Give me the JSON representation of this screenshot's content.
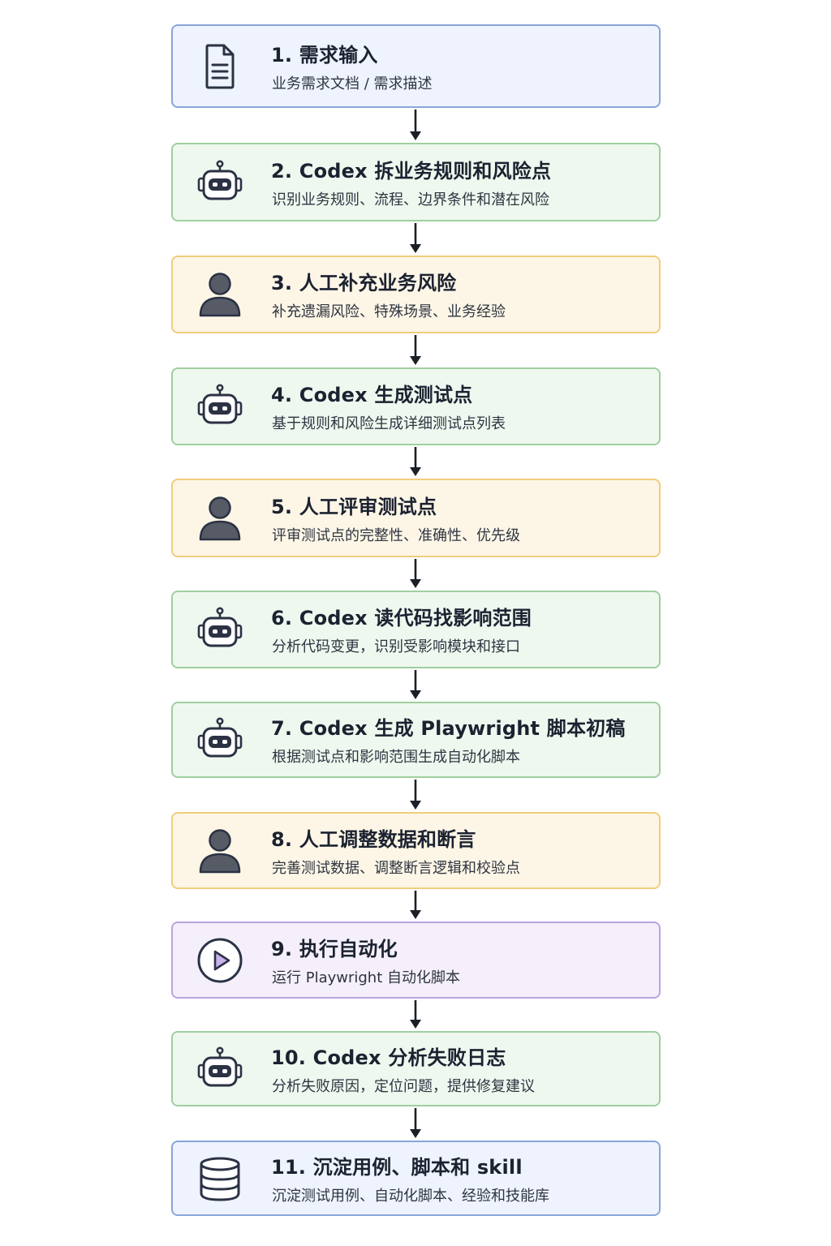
{
  "steps": [
    {
      "title": "1. 需求输入",
      "desc": "业务需求文档 / 需求描述",
      "icon": "document-icon",
      "color": "blue"
    },
    {
      "title": "2. Codex 拆业务规则和风险点",
      "desc": "识别业务规则、流程、边界条件和潜在风险",
      "icon": "robot-icon",
      "color": "green"
    },
    {
      "title": "3. 人工补充业务风险",
      "desc": "补充遗漏风险、特殊场景、业务经验",
      "icon": "person-icon",
      "color": "yellow"
    },
    {
      "title": "4. Codex 生成测试点",
      "desc": "基于规则和风险生成详细测试点列表",
      "icon": "robot-icon",
      "color": "green"
    },
    {
      "title": "5. 人工评审测试点",
      "desc": "评审测试点的完整性、准确性、优先级",
      "icon": "person-icon",
      "color": "yellow"
    },
    {
      "title": "6. Codex 读代码找影响范围",
      "desc": "分析代码变更，识别受影响模块和接口",
      "icon": "robot-icon",
      "color": "green"
    },
    {
      "title": "7. Codex 生成 Playwright 脚本初稿",
      "desc": "根据测试点和影响范围生成自动化脚本",
      "icon": "robot-icon",
      "color": "green"
    },
    {
      "title": "8. 人工调整数据和断言",
      "desc": "完善测试数据、调整断言逻辑和校验点",
      "icon": "person-icon",
      "color": "yellow"
    },
    {
      "title": "9. 执行自动化",
      "desc": "运行 Playwright 自动化脚本",
      "icon": "play-icon",
      "color": "purple"
    },
    {
      "title": "10. Codex 分析失败日志",
      "desc": "分析失败原因，定位问题，提供修复建议",
      "icon": "robot-icon",
      "color": "green"
    },
    {
      "title": "11. 沉淀用例、脚本和 skill",
      "desc": "沉淀测试用例、自动化脚本、经验和技能库",
      "icon": "database-icon",
      "color": "blue"
    }
  ],
  "colors": {
    "blue_bg": "#eef3fd",
    "blue_border": "#8aa6d8",
    "green_bg": "#eff8ef",
    "green_border": "#9fcfa0",
    "yellow_bg": "#fdf6e6",
    "yellow_border": "#f0cd7c",
    "purple_bg": "#f4effb",
    "purple_border": "#bba4dc",
    "icon_dark": "#2b3244",
    "arrow": "#1b1f27"
  }
}
